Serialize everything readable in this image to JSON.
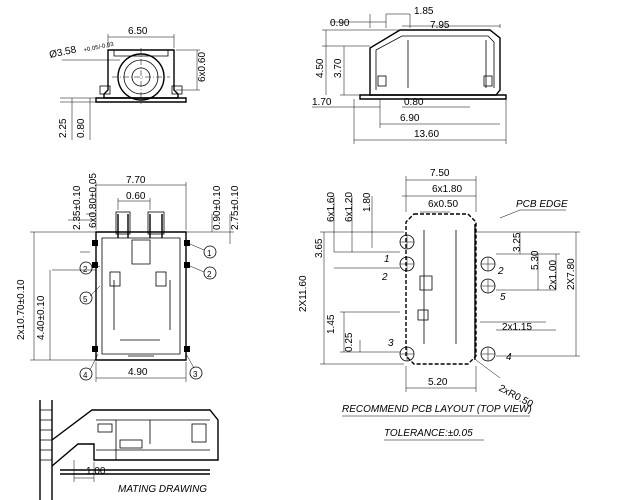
{
  "dims": {
    "tl_650": "6.50",
    "tl_dia": "Ø3.58",
    "tl_dia_tol": "+0.05/-0.03",
    "tl_060": "6x0.60",
    "tl_225": "2.25",
    "tl_080": "0.80",
    "tr_090": "0.90",
    "tr_185": "1.85",
    "tr_795": "7.95",
    "tr_450": "4.50",
    "tr_370": "3.70",
    "tr_170": "1.70",
    "tr_080": "0.80",
    "tr_690": "6.90",
    "tr_1360": "13.60",
    "ml_770": "7.70",
    "ml_060": "0.60",
    "ml_235": "2.35±0.10",
    "ml_6x080": "6x0.80±0.05",
    "ml_090": "0.90±0.10",
    "ml_275": "2.75±0.10",
    "ml_2x1070": "2x10.70±0.10",
    "ml_440": "4.40±0.10",
    "ml_490": "4.90",
    "mr_750": "7.50",
    "mr_6x180": "6x1.80",
    "mr_6x050": "6x0.50",
    "mr_6x160": "6x1.60",
    "mr_6x120": "6x1.20",
    "mr_180": "1.80",
    "mr_365": "3.65",
    "mr_2x1160": "2X11.60",
    "mr_145": "1.45",
    "mr_025": "0.25",
    "mr_520": "5.20",
    "mr_325": "3.25",
    "mr_530": "5.30",
    "mr_2x100": "2x1.00",
    "mr_2x780": "2X7.80",
    "mr_2x115": "2x1.15",
    "mr_2xr050": "2xR0.50",
    "bl_100": "1.00"
  },
  "pins": [
    "1",
    "2",
    "3",
    "4",
    "5"
  ],
  "labels": {
    "pcb_edge": "PCB EDGE",
    "layout_title": "RECOMMEND PCB LAYOUT (TOP VIEW)",
    "tolerance": "TOLERANCE:±0.05",
    "mating": "MATING DRAWING"
  }
}
